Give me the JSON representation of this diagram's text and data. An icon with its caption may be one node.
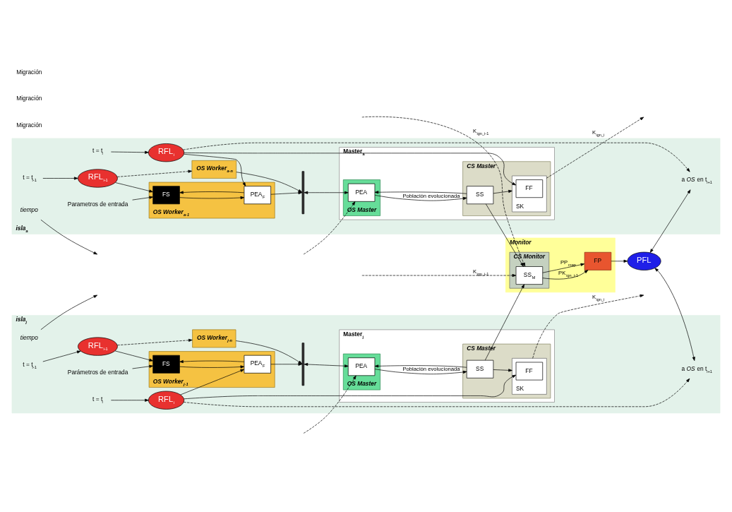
{
  "diagram": {
    "nodes": [
      {
        "text": [
          "isla$_{a}$"
        ]
      },
      {
        "text": [
          "tiempo"
        ],
        "in": 0
      },
      {
        "text": [
          "t = t$_{i-1}$"
        ],
        "in": 0
      },
      {
        "text": [
          "t = t$_{i}$"
        ],
        "in": 0
      },
      {
        "text": [
          "RFL$_{i-1}$"
        ],
        "in": 0
      },
      {
        "text": [
          "RFL$_{i}$"
        ],
        "in": 0
      },
      {
        "text": [
          "Parametros de entrada"
        ],
        "in": 0
      },
      {
        "text": [
          "OS Worker$_{a-1}$"
        ],
        "in": 0
      },
      {
        "text": [
          "FS"
        ],
        "in": 7
      },
      {
        "text": [
          "PEA$_{F}$"
        ],
        "in": 7
      },
      {
        "text": [
          "OS Worker$_{a-n}$"
        ],
        "in": 0
      },
      {
        "text": [],
        "shape": "bar",
        "in": 0
      },
      {
        "text": [
          "Master$_{a}$"
        ],
        "in": 0
      },
      {
        "text": [
          "OS Master"
        ],
        "in": 12
      },
      {
        "text": [
          "PEA"
        ],
        "in": 13
      },
      {
        "text": [
          "CS Master"
        ],
        "in": 12
      },
      {
        "text": [
          "SS"
        ],
        "in": 15
      },
      {
        "text": [
          "SK"
        ],
        "in": 15
      },
      {
        "text": [
          "FF"
        ],
        "in": 17
      },
      {
        "text": [
          "a *OS* en t$_{i+1}$"
        ],
        "in": 0
      },
      {
        "text": [
          "Monitor"
        ]
      },
      {
        "text": [
          "CS Monitor"
        ],
        "in": 20
      },
      {
        "text": [
          "SS$_{M}$"
        ],
        "in": 21
      },
      {
        "text": [
          "FP"
        ],
        "in": 20
      },
      {
        "text": [
          "PFL"
        ]
      },
      {
        "text": [
          "isla$_{j}$"
        ]
      },
      {
        "text": [
          "tiempo"
        ],
        "in": 25
      },
      {
        "text": [
          "t = t$_{i-1}$"
        ],
        "in": 25
      },
      {
        "text": [
          "t = t$_{i}$"
        ],
        "in": 25
      },
      {
        "text": [
          "RFL$_{i-1}$"
        ],
        "in": 25
      },
      {
        "text": [
          "RFL$_{i}$"
        ],
        "in": 25
      },
      {
        "text": [
          "Parámetros de entrada"
        ],
        "in": 25
      },
      {
        "text": [
          "OS Worker$_{j-1}$"
        ],
        "in": 25
      },
      {
        "text": [
          "FS"
        ],
        "in": 32
      },
      {
        "text": [
          "PEA$_{F}$"
        ],
        "in": 32
      },
      {
        "text": [
          "OS Worker$_{j-n}$"
        ],
        "in": 25
      },
      {
        "text": [],
        "shape": "bar",
        "in": 25
      },
      {
        "text": [
          "Master$_{j}$"
        ],
        "in": 25
      },
      {
        "text": [
          "OS Master"
        ],
        "in": 37
      },
      {
        "text": [
          "PEA"
        ],
        "in": 38
      },
      {
        "text": [
          "CS Master"
        ],
        "in": 37
      },
      {
        "text": [
          "SS"
        ],
        "in": 40
      },
      {
        "text": [
          "SK"
        ],
        "in": 40
      },
      {
        "text": [
          "FF"
        ],
        "in": 42
      },
      {
        "text": [
          "a *OS* en t$_{i+1}$"
        ],
        "in": 25
      }
    ],
    "edges": [
      {
        "from": 2,
        "to": 4,
        "arrow": "to"
      },
      {
        "from": 3,
        "to": 5,
        "arrow": "to"
      },
      {
        "from": 1,
        "to": null,
        "arrow": "to"
      },
      {
        "from": 4,
        "to": 8,
        "arrow": "to"
      },
      {
        "from": 4,
        "to": 10,
        "arrow": "to",
        "style": "dashed"
      },
      {
        "from": 5,
        "to": 9,
        "arrow": "to"
      },
      {
        "from": 5,
        "to": 18,
        "arrow": "to"
      },
      {
        "from": 5,
        "to": 19,
        "arrow": "to",
        "style": "dashed"
      },
      {
        "from": 6,
        "to": 8,
        "arrow": "to"
      },
      {
        "from": 8,
        "to": 9,
        "arrow": "to"
      },
      {
        "from": 9,
        "to": 8,
        "arrow": "to"
      },
      {
        "from": 9,
        "to": 11,
        "arrow": "to"
      },
      {
        "from": 10,
        "to": 11,
        "arrow": "to"
      },
      {
        "from": 11,
        "to": 14,
        "arrow": "both"
      },
      {
        "from": 14,
        "to": 16,
        "arrow": "to",
        "label": "Población evolucionada"
      },
      {
        "from": 16,
        "to": 14,
        "arrow": "to"
      },
      {
        "from": null,
        "to": 14,
        "arrow": "to",
        "style": "dashed"
      },
      {
        "from": 16,
        "to": 17,
        "arrow": "to"
      },
      {
        "from": 16,
        "to": 22,
        "arrow": "to"
      },
      {
        "from": null,
        "to": 22,
        "arrow": "to",
        "style": "dashed",
        "label": "K$_{ign_i-1}$"
      },
      {
        "from": 17,
        "to": null,
        "arrow": "to",
        "style": "dashed",
        "label": "K$_{ign_i}$"
      },
      {
        "from": 24,
        "to": 19,
        "arrow": "both"
      },
      {
        "from": 22,
        "to": 23,
        "arrow": "to",
        "label": "PK$_{ign_i-1}$"
      },
      {
        "from": 22,
        "to": 23,
        "arrow": "to",
        "label": "PP$_{map}$"
      },
      {
        "from": 23,
        "to": 24,
        "arrow": "to"
      },
      {
        "from": 27,
        "to": 29,
        "arrow": "to"
      },
      {
        "from": 28,
        "to": 30,
        "arrow": "to"
      },
      {
        "from": 26,
        "to": null,
        "arrow": "to"
      },
      {
        "from": 29,
        "to": 33,
        "arrow": "to"
      },
      {
        "from": 29,
        "to": 35,
        "arrow": "to",
        "style": "dashed"
      },
      {
        "from": 30,
        "to": 34,
        "arrow": "to"
      },
      {
        "from": 30,
        "to": 43,
        "arrow": "to"
      },
      {
        "from": 30,
        "to": 44,
        "arrow": "to",
        "style": "dashed"
      },
      {
        "from": 31,
        "to": 33,
        "arrow": "to"
      },
      {
        "from": 33,
        "to": 34,
        "arrow": "to"
      },
      {
        "from": 34,
        "to": 33,
        "arrow": "to"
      },
      {
        "from": 34,
        "to": 36,
        "arrow": "to"
      },
      {
        "from": 35,
        "to": 36,
        "arrow": "to"
      },
      {
        "from": 36,
        "to": 39,
        "arrow": "both"
      },
      {
        "from": 39,
        "to": 41,
        "arrow": "to",
        "label": "Población evolucionada"
      },
      {
        "from": 41,
        "to": 39,
        "arrow": "to"
      },
      {
        "from": null,
        "to": 39,
        "arrow": "to",
        "style": "dashed"
      },
      {
        "from": 41,
        "to": 42,
        "arrow": "to"
      },
      {
        "from": 41,
        "to": 22,
        "arrow": "to"
      },
      {
        "from": null,
        "to": 22,
        "arrow": "to",
        "style": "dashed",
        "label": "K$_{ign_i-1}$"
      },
      {
        "from": 42,
        "to": null,
        "arrow": "to",
        "style": "dashed",
        "label": "K$_{ign_i}$"
      },
      {
        "from": 24,
        "to": 44,
        "arrow": "both"
      }
    ],
    "labels": [
      "Migración",
      "Migración",
      "Migración"
    ]
  }
}
